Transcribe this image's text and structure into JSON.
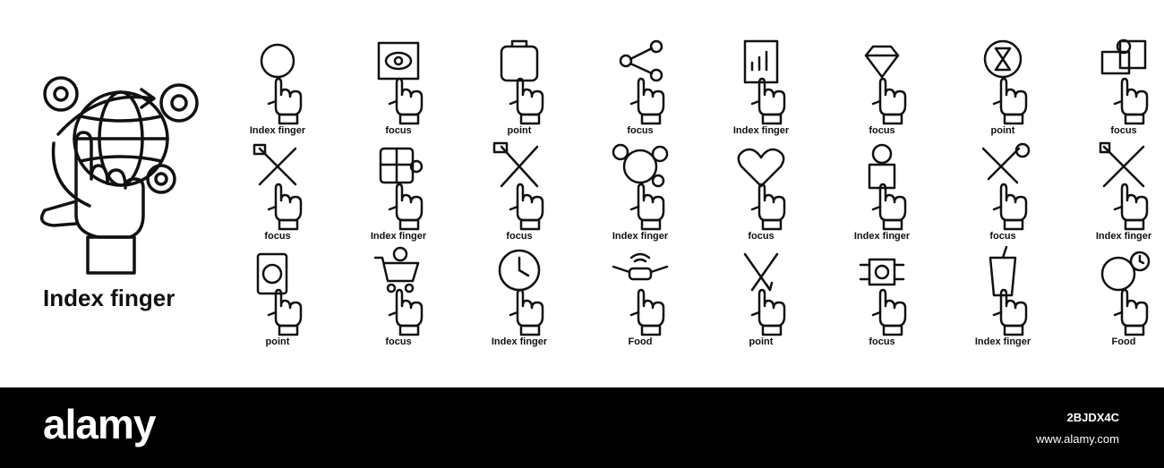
{
  "hero": {
    "title": "Index finger",
    "icon": "globe-gears-hand-icon"
  },
  "icons": [
    {
      "label": "Index finger",
      "icon": "pencil-ruler-icon"
    },
    {
      "label": "focus",
      "icon": "eye-frame-icon"
    },
    {
      "label": "point",
      "icon": "backpack-icon"
    },
    {
      "label": "focus",
      "icon": "share-nodes-icon"
    },
    {
      "label": "Index finger",
      "icon": "report-chart-icon"
    },
    {
      "label": "focus",
      "icon": "diamond-icon"
    },
    {
      "label": "point",
      "icon": "hourglass-cycle-icon"
    },
    {
      "label": "focus",
      "icon": "money-documents-icon"
    },
    {
      "label": "focus",
      "icon": "hammer-pencil-icon"
    },
    {
      "label": "Index finger",
      "icon": "puzzle-head-icon"
    },
    {
      "label": "focus",
      "icon": "hammer-ruler-icon"
    },
    {
      "label": "Index finger",
      "icon": "globe-gears-icon"
    },
    {
      "label": "focus",
      "icon": "heart-icon"
    },
    {
      "label": "Index finger",
      "icon": "person-podium-icon"
    },
    {
      "label": "focus",
      "icon": "hammer-wrench-icon"
    },
    {
      "label": "Index finger",
      "icon": "crossed-rulers-icon"
    },
    {
      "label": "point",
      "icon": "shopping-bag-coin-icon"
    },
    {
      "label": "focus",
      "icon": "shopping-cart-icon"
    },
    {
      "label": "Index finger",
      "icon": "globe-clock-icon"
    },
    {
      "label": "Food",
      "icon": "drone-icon"
    },
    {
      "label": "point",
      "icon": "crossed-pencils-icon"
    },
    {
      "label": "focus",
      "icon": "chip-coin-icon"
    },
    {
      "label": "Index finger",
      "icon": "drink-cup-icon"
    },
    {
      "label": "Food",
      "icon": "globe-cloud-clock-icon"
    }
  ],
  "footer": {
    "logo": "alamy",
    "image_id": "2BJDX4C",
    "url": "www.alamy.com"
  }
}
